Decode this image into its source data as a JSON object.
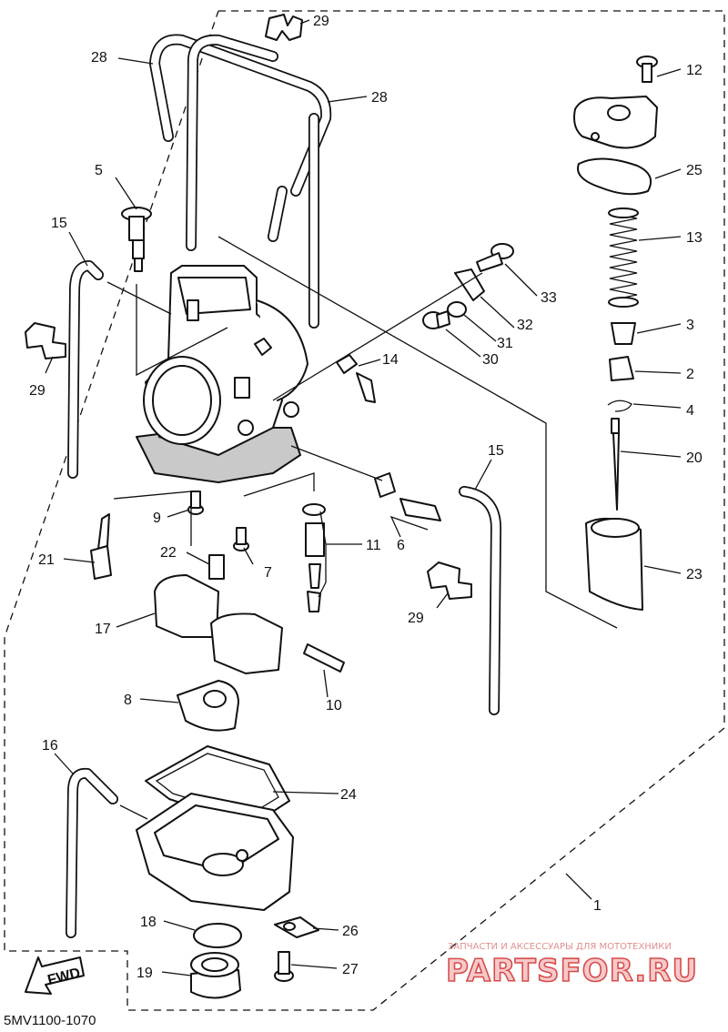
{
  "diagram": {
    "part_numbers": [
      "1",
      "2",
      "3",
      "4",
      "5",
      "6",
      "7",
      "8",
      "9",
      "10",
      "11",
      "12",
      "13",
      "14",
      "15",
      "16",
      "17",
      "18",
      "19",
      "20",
      "21",
      "22",
      "23",
      "24",
      "25",
      "26",
      "27",
      "28",
      "29",
      "30",
      "31",
      "32",
      "33"
    ],
    "direction_label": "FWD",
    "diagram_code": "5MV1100-1070"
  },
  "watermark": {
    "tagline": "ЗАПЧАСТИ И АКСЕССУАРЫ ДЛЯ МОТОТЕХНИКИ",
    "brand": "PARTSFOR.RU",
    "color": "#d84b4b"
  }
}
